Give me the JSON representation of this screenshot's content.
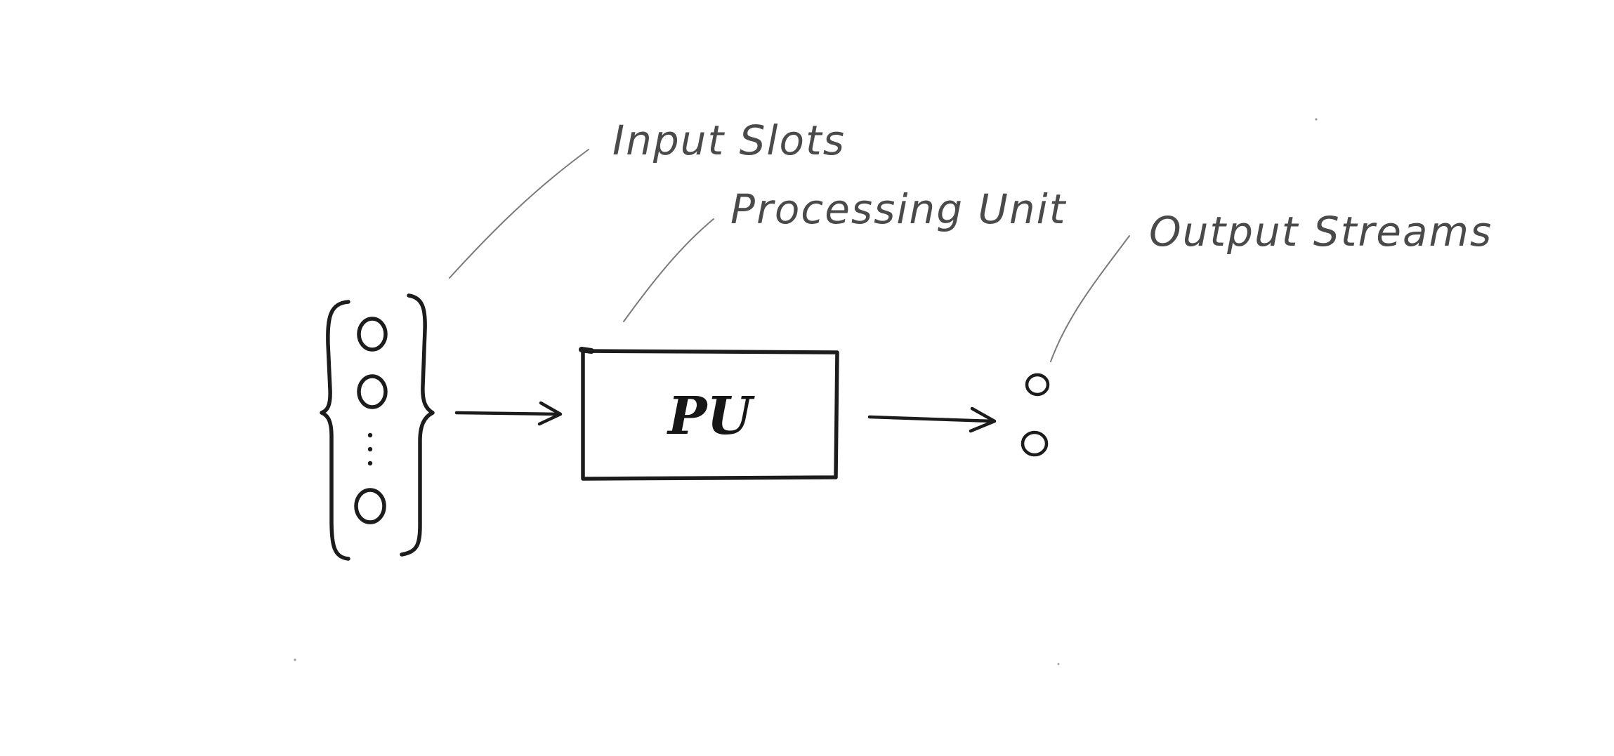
{
  "labels": {
    "input_slots": "Input Slots",
    "processing_unit": "Processing Unit",
    "output_streams": "Output Streams",
    "box": "PU"
  },
  "colors": {
    "background": "#ffffff",
    "ink": "#1c1c1c",
    "annotation": "#4a4a4a",
    "leader_line": "#7a7a7a"
  },
  "diagram": {
    "input_slot_circles_shown": 3,
    "output_stream_circles_shown": 2,
    "ellipsis_between_slots": true
  }
}
